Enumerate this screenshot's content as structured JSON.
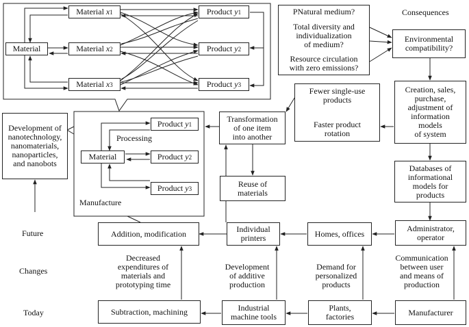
{
  "inset_top": {
    "material": "Material",
    "x1": {
      "name": "Material",
      "var": "x",
      "idx": "1"
    },
    "x2": {
      "name": "Material",
      "var": "x",
      "idx": "2"
    },
    "x3": {
      "name": "Material",
      "var": "x",
      "idx": "3"
    },
    "y1": {
      "name": "Product",
      "var": "y",
      "idx": "1"
    },
    "y2": {
      "name": "Product",
      "var": "y",
      "idx": "2"
    },
    "y3": {
      "name": "Product",
      "var": "y",
      "idx": "3"
    }
  },
  "inset_mid": {
    "material": "Material",
    "processing": "Processing",
    "manufacture": "Manufacture",
    "y1": {
      "name": "Product",
      "var": "y",
      "idx": "1"
    },
    "y2": {
      "name": "Product",
      "var": "y",
      "idx": "2"
    },
    "y3": {
      "name": "Product",
      "var": "y",
      "idx": "3"
    }
  },
  "future_box": "Development of\nnanotechnology,\nnanomaterials,\nnanoparticles,\nand nanobots",
  "rows": {
    "future": "Future",
    "changes": "Changes",
    "today": "Today"
  },
  "question_box": {
    "q1": "PNatural medium?",
    "q2": "Total diversity and\nindividualization\nof medium?",
    "q3": "Resource circulation\nwith zero emissions?"
  },
  "consequences": "Consequences",
  "env": "Environmental\ncompatibility?",
  "creation": "Creation, sales,\npurchase,\nadjustment of\ninformation\nmodels\nof system",
  "fewer_box": {
    "fewer": "Fewer single-use\nproducts",
    "faster": "Faster product\nrotation"
  },
  "transformation": "Transformation\nof one item\ninto another",
  "reuse": "Reuse of\nmaterials",
  "databases": "Databases of\ninformational\nmodels for\nproducts",
  "addition": "Addition, modification",
  "printers": "Individual\nprinters",
  "homes": "Homes, offices",
  "administrator": "Administrator,\noperator",
  "decreased": "Decreased\nexpenditures of\nmaterials and\nprototyping time",
  "development": "Development\nof additive\nproduction",
  "demand": "Demand for\npersonalized\nproducts",
  "communication": "Communication\nbetween user\nand means of\nproduction",
  "subtraction": "Subtraction, machining",
  "machine_tools": "Industrial\nmachine tools",
  "plants": "Plants,\nfactories",
  "manufacturer": "Manufacturer"
}
